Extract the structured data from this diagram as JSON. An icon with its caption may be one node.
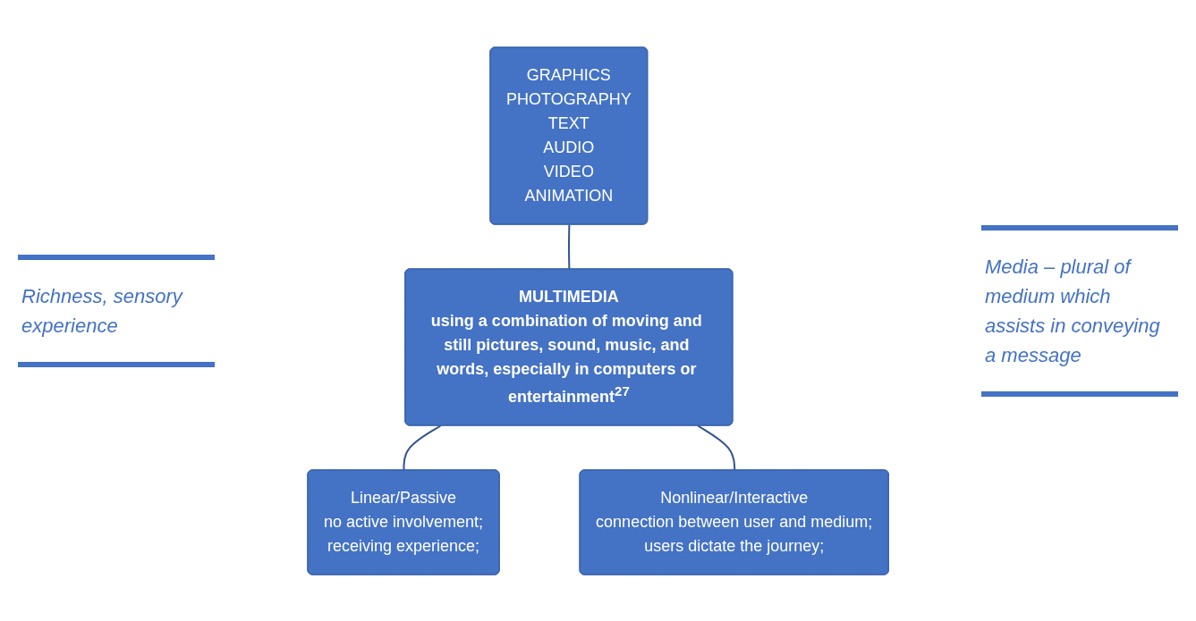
{
  "diagram": {
    "nodes": [
      {
        "text": [
          "GRAPHICS",
          "PHOTOGRAPHY",
          "TEXT",
          "AUDIO",
          "VIDEO",
          "ANIMATION"
        ]
      },
      {
        "text": [
          "MULTIMEDIA",
          "using a combination of moving and still pictures, sound, music, and words, especially in computers or entertainment$^{27}$"
        ]
      },
      {
        "text": [
          "Linear/Passive",
          "no active involvement;",
          "receiving experience;"
        ]
      },
      {
        "text": [
          "Nonlinear/Interactive",
          "connection between user and medium;",
          "users dictate the journey;"
        ]
      }
    ],
    "edges": [
      {
        "from": 0,
        "to": 1,
        "arrow": "none"
      },
      {
        "from": 1,
        "to": 2,
        "arrow": "none"
      },
      {
        "from": 1,
        "to": 3,
        "arrow": "none"
      }
    ],
    "labels": [
      "Richness, sensory experience",
      "Media – plural of medium which assists in conveying a message"
    ]
  }
}
